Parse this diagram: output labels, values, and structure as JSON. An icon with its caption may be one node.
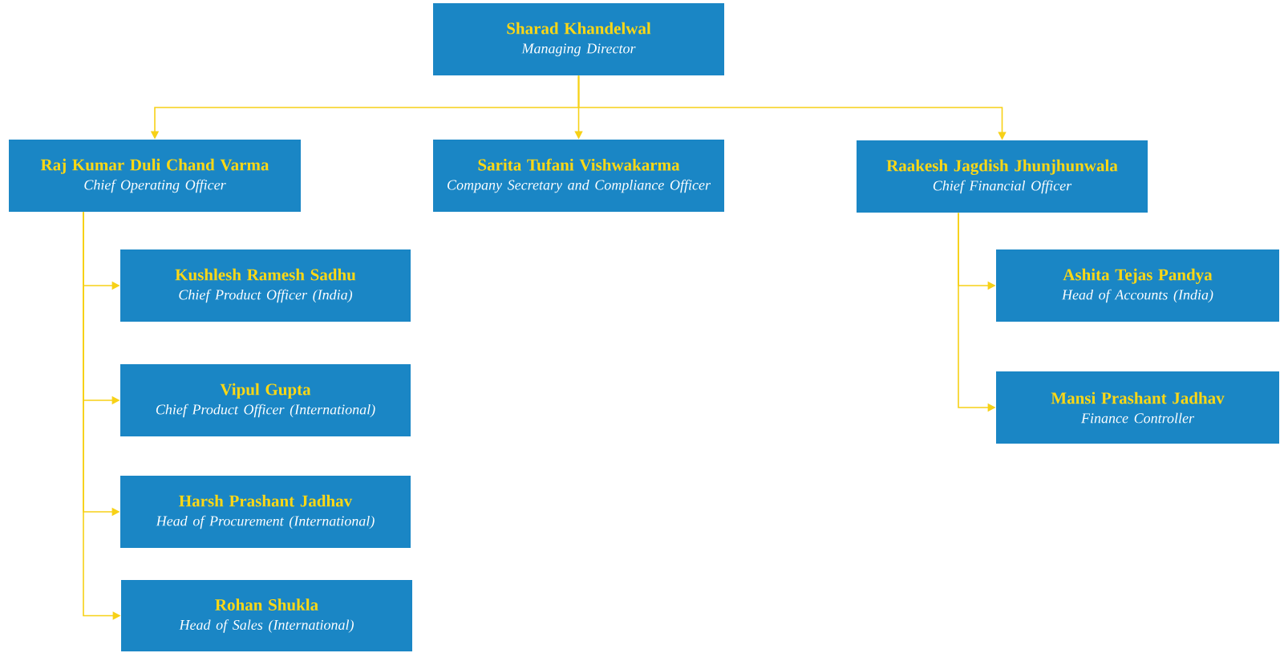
{
  "diagram": {
    "nodes": [
      {
        "text": [
          "Sharad Khandelwal",
          "Managing Director"
        ]
      },
      {
        "text": [
          "Raj Kumar Duli Chand Varma",
          "Chief Operating Officer"
        ]
      },
      {
        "text": [
          "Sarita Tufani Vishwakarma",
          "Company Secretary and Compliance Officer"
        ]
      },
      {
        "text": [
          "Raakesh Jagdish Jhunjhunwala",
          "Chief Financial Officer"
        ]
      },
      {
        "text": [
          "Kushlesh Ramesh Sadhu",
          "Chief Product Officer (India)"
        ]
      },
      {
        "text": [
          "Vipul  Gupta",
          "Chief Product Officer (International)"
        ]
      },
      {
        "text": [
          "Harsh Prashant Jadhav",
          "Head of Procurement (International)"
        ]
      },
      {
        "text": [
          "Rohan Shukla",
          "Head of Sales (International)"
        ]
      },
      {
        "text": [
          "Ashita Tejas Pandya",
          "Head of Accounts (India)"
        ]
      },
      {
        "text": [
          "Mansi Prashant Jadhav",
          "Finance Controller"
        ]
      }
    ],
    "edges": [
      {
        "from": 0,
        "to": 1,
        "arrow": "to"
      },
      {
        "from": 0,
        "to": 2,
        "arrow": "to"
      },
      {
        "from": 0,
        "to": 3,
        "arrow": "to"
      },
      {
        "from": 1,
        "to": 4,
        "arrow": "to"
      },
      {
        "from": 1,
        "to": 5,
        "arrow": "to"
      },
      {
        "from": 1,
        "to": 6,
        "arrow": "to"
      },
      {
        "from": 1,
        "to": 7,
        "arrow": "to"
      },
      {
        "from": 3,
        "to": 8,
        "arrow": "to"
      },
      {
        "from": 3,
        "to": 9,
        "arrow": "to"
      }
    ]
  }
}
